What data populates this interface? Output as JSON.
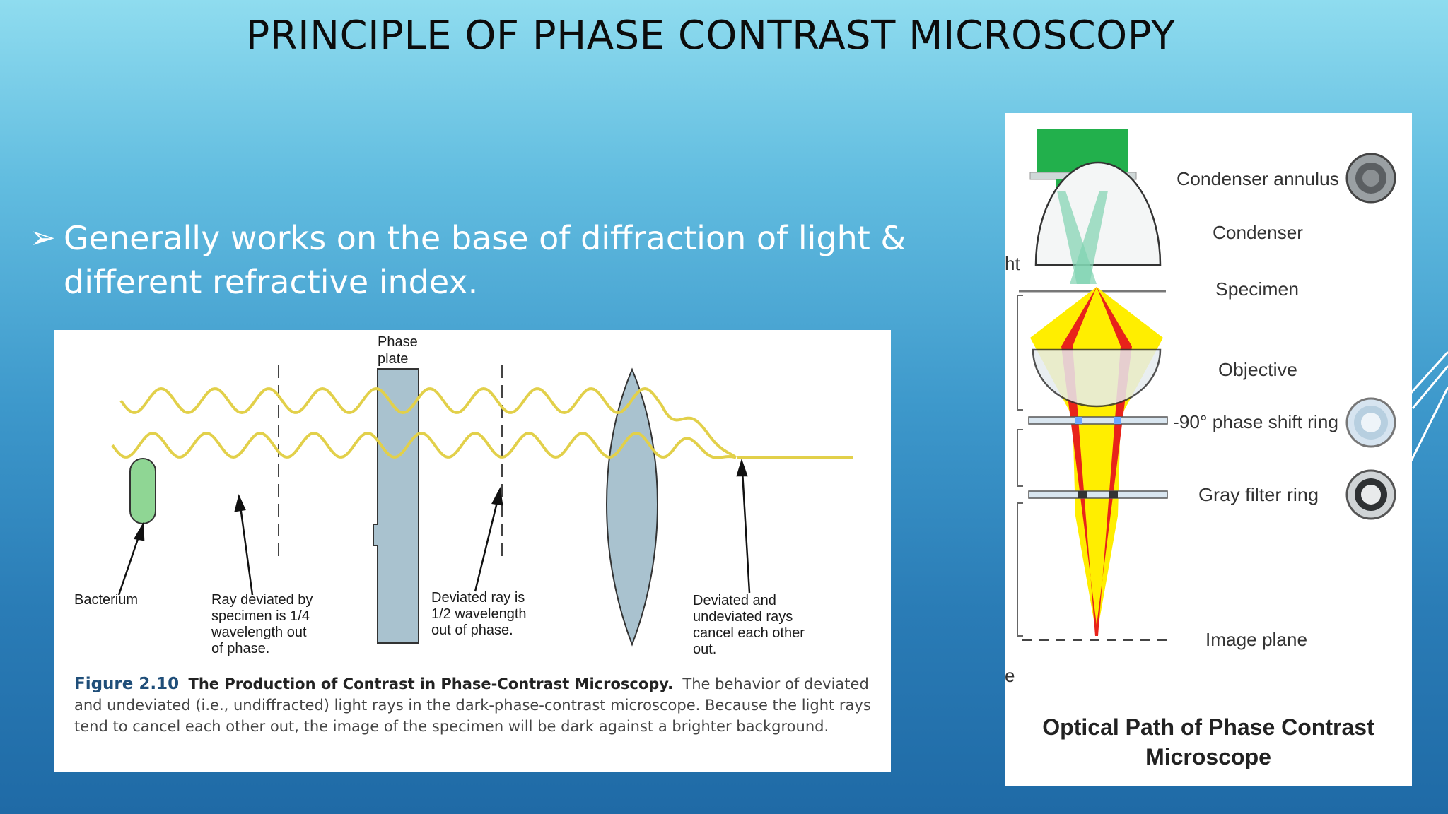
{
  "slide": {
    "title": "PRINCIPLE OF PHASE CONTRAST MICROSCOPY",
    "bullet_marker": "➢",
    "bullet_text": "Generally works on the base of diffraction of light & different refractive index."
  },
  "figure_left": {
    "labels": {
      "phase_plate_1": "Phase",
      "phase_plate_2": "plate",
      "bacterium": "Bacterium",
      "ray_deviated_1": "Ray deviated by",
      "ray_deviated_2": "specimen is 1/4",
      "ray_deviated_3": "wavelength out",
      "ray_deviated_4": "of phase.",
      "deviated_ray_1": "Deviated ray is",
      "deviated_ray_2": "1/2 wavelength",
      "deviated_ray_3": "out of phase.",
      "cancel_1": "Deviated and",
      "cancel_2": "undeviated rays",
      "cancel_3": "cancel each other",
      "cancel_4": "out."
    },
    "caption": {
      "figure_number": "Figure 2.10",
      "title": "The Production of Contrast in Phase-Contrast Microscopy.",
      "body": "The behavior of deviated and undeviated (i.e., undiffracted) light rays in the dark-phase-contrast microscope. Because the light rays tend to cancel each other out, the image of the specimen will be dark against a brighter background."
    }
  },
  "figure_right": {
    "labels": {
      "condenser_annulus": "Condenser annulus",
      "condenser": "Condenser",
      "specimen": "Specimen",
      "objective": "Objective",
      "phase_shift_ring": "-90° phase shift ring",
      "gray_filter_ring": "Gray filter ring",
      "image_plane": "Image plane",
      "edge_fragment_1": "ht",
      "edge_fragment_2": "e"
    },
    "caption_1": "Optical Path of Phase Contrast",
    "caption_2": "Microscope"
  },
  "colors": {
    "wave": "#e2d04a",
    "lens": "#a9c2cf",
    "bacterium": "#8fd694",
    "lamp": "#22b04c",
    "cone_yellow": "#ffee00",
    "cone_red": "#e8231a",
    "caption_blue": "#1f4e79"
  }
}
